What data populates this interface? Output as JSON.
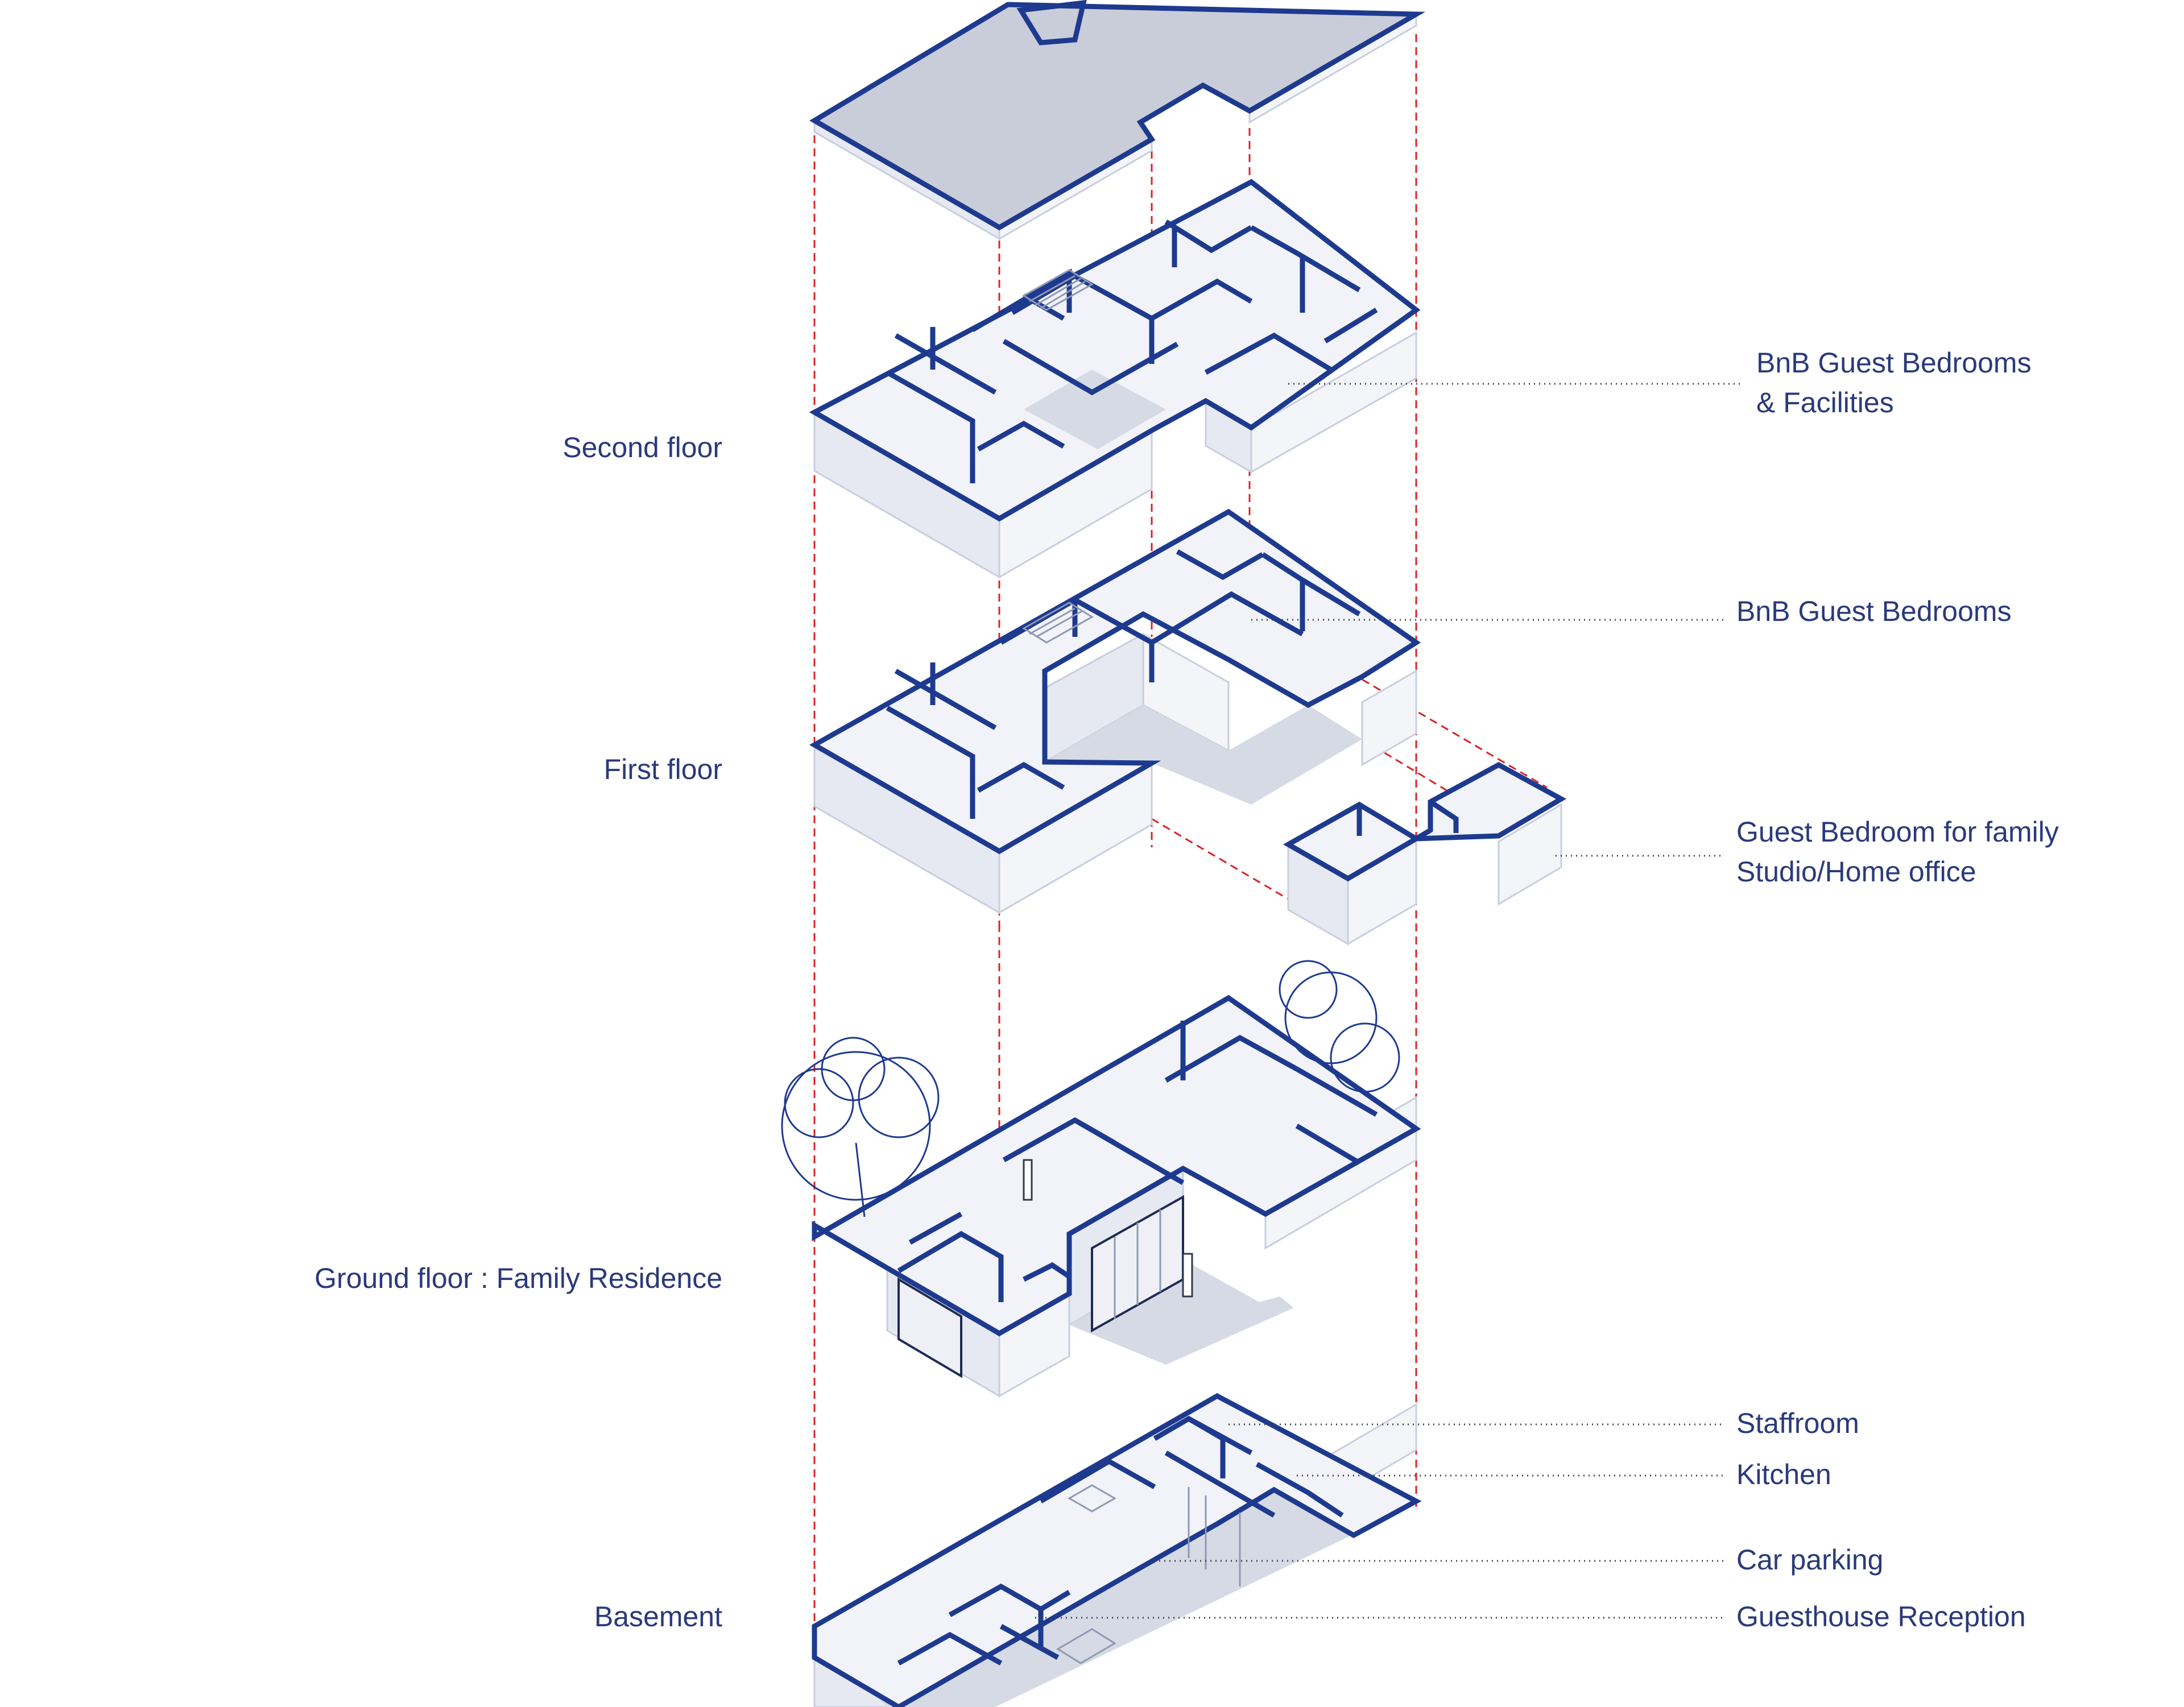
{
  "floors": {
    "second": "Second floor",
    "first": "First floor",
    "ground": "Ground floor : Family Residence",
    "basement": "Basement"
  },
  "annotations": {
    "bnb_bedrooms_facilities_line1": "BnB Guest Bedrooms",
    "bnb_bedrooms_facilities_line2": "& Facilities",
    "bnb_bedrooms": "BnB Guest Bedrooms",
    "guest_bedroom_family": "Guest Bedroom for family",
    "studio_home_office": "Studio/Home office",
    "staffroom": "Staffroom",
    "kitchen": "Kitchen",
    "car_parking": "Car parking",
    "guesthouse_reception": "Guesthouse Reception"
  },
  "colors": {
    "outline": "#1e3a8f",
    "projection_lines": "#d8232a",
    "label_text": "#2a3a7a"
  }
}
